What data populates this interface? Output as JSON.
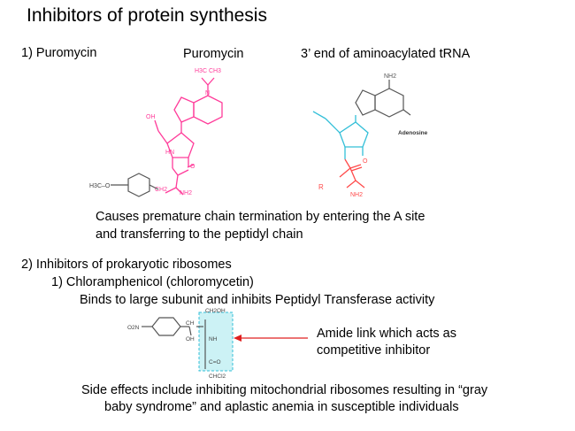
{
  "title": "Inhibitors of protein synthesis",
  "section1": {
    "heading": "1)  Puromycin",
    "fig_label_puromycin": "Puromycin",
    "fig_label_trna": "3’ end of aminoacylated tRNA",
    "description_line1": "Causes premature chain termination by entering the A site",
    "description_line2": "and transferring to the peptidyl chain",
    "puromycin_struct": {
      "amine_group": "H3C   CH3",
      "n_label": "N",
      "methoxy_left": "H3C–O",
      "ring_oh": "OH",
      "ring_hn": "HN",
      "c_o": "O",
      "nh2": "NH2",
      "ch2": "CH2",
      "color": "#ff3c9a"
    },
    "trna_struct": {
      "adenosine_label": "Adenosine",
      "nh2_top": "NH2",
      "r_group": "R",
      "nh2_bottom": "NH2",
      "o_label": "O",
      "ribose_color": "#33bfd8",
      "amino_acid_color": "#ff4a4a"
    }
  },
  "section2": {
    "heading": "2)  Inhibitors of prokaryotic ribosomes",
    "sub_heading": "1)  Chloramphenicol (chloromycetin)",
    "sub_description": "Binds to large subunit and inhibits Peptidyl Transferase activity",
    "callout_line1": "Amide link which acts as",
    "callout_line2": "competitive inhibitor",
    "side_effects_line1": "Side effects include inhibiting mitochondrial ribosomes resulting in “gray",
    "side_effects_line2": "baby syndrome” and aplastic anemia in susceptible individuals",
    "chloramphenicol_struct": {
      "no2": "O2N",
      "ch": "CH",
      "oh": "OH",
      "nh": "NH",
      "ch2oh": "CH2OH",
      "co": "C=O",
      "chcl2": "CHCl2",
      "highlight_color": "#ccf2f5",
      "arrow_color": "#e02020"
    }
  }
}
